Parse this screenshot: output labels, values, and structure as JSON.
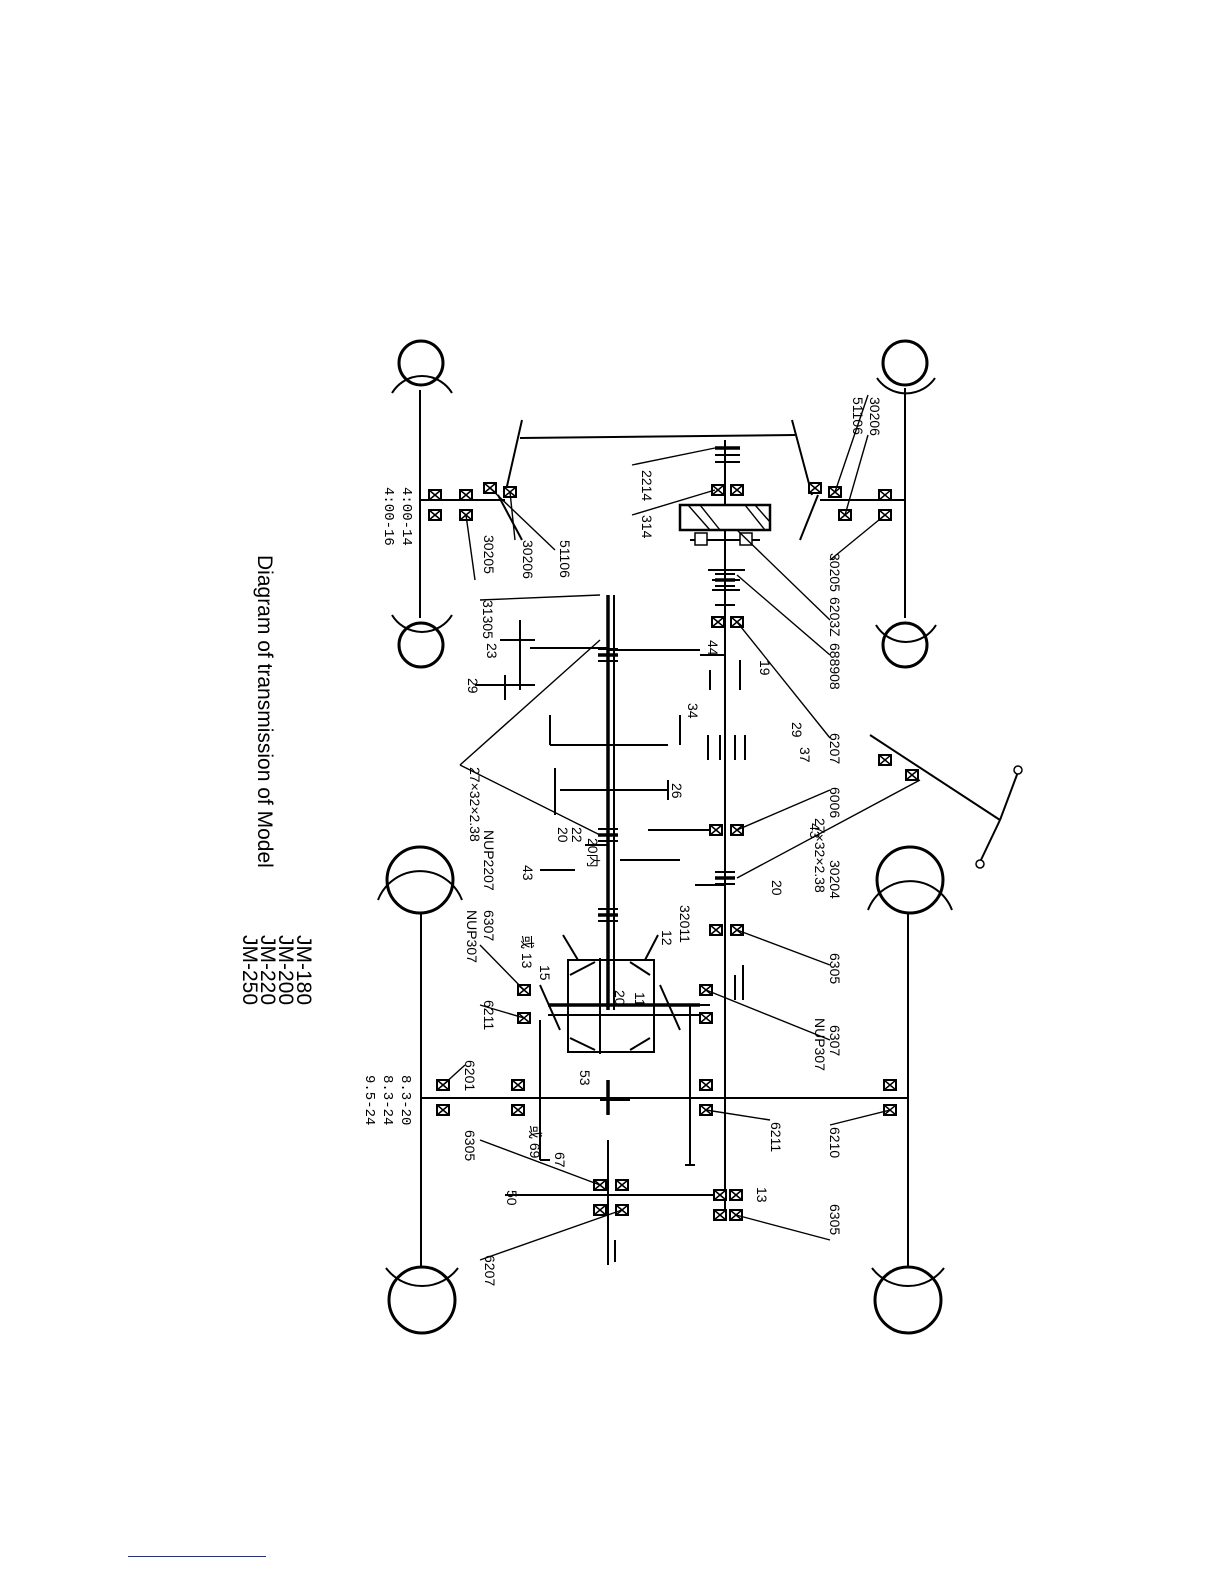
{
  "caption": {
    "title": "Diagram of transmission of Model",
    "models": [
      "JM-180",
      "JM-200",
      "JM-220",
      "JM-250"
    ]
  },
  "tyre_sizes": {
    "front": [
      "4:00-14",
      "4:00-16"
    ],
    "rear": [
      "8.3-20",
      "8.3-24",
      "9.5-24"
    ]
  },
  "bearing_labels": {
    "front_axle_left": [
      "51106",
      "30206",
      "30205"
    ],
    "front_axle_right": [
      "30206",
      "51106",
      "30205"
    ],
    "front_drive": [
      "2214",
      "314",
      "6203Z",
      "688908",
      "6207"
    ],
    "gearbox_upper": [
      "6006",
      "30204",
      "6305",
      "6307",
      "NUP307"
    ],
    "gearbox_lower": [
      "31305",
      "NUP2207",
      "32011",
      "6307",
      "NUP307",
      "6211"
    ],
    "rear_axle": [
      "6201",
      "6305",
      "6207",
      "6211",
      "6210",
      "6305"
    ]
  },
  "spline_labels": [
    "27×32×2.38",
    "27×32×2.38"
  ],
  "gear_teeth": {
    "upper_shaft": [
      "44",
      "19",
      "34",
      "29",
      "37",
      "43",
      "20"
    ],
    "lower_shaft": [
      "23",
      "29",
      "26",
      "22",
      "20",
      "20内",
      "43"
    ],
    "differential": [
      "12",
      "或 13",
      "15",
      "11",
      "20",
      "53"
    ],
    "final_drive": [
      "67",
      "或 69",
      "50",
      "13"
    ]
  }
}
